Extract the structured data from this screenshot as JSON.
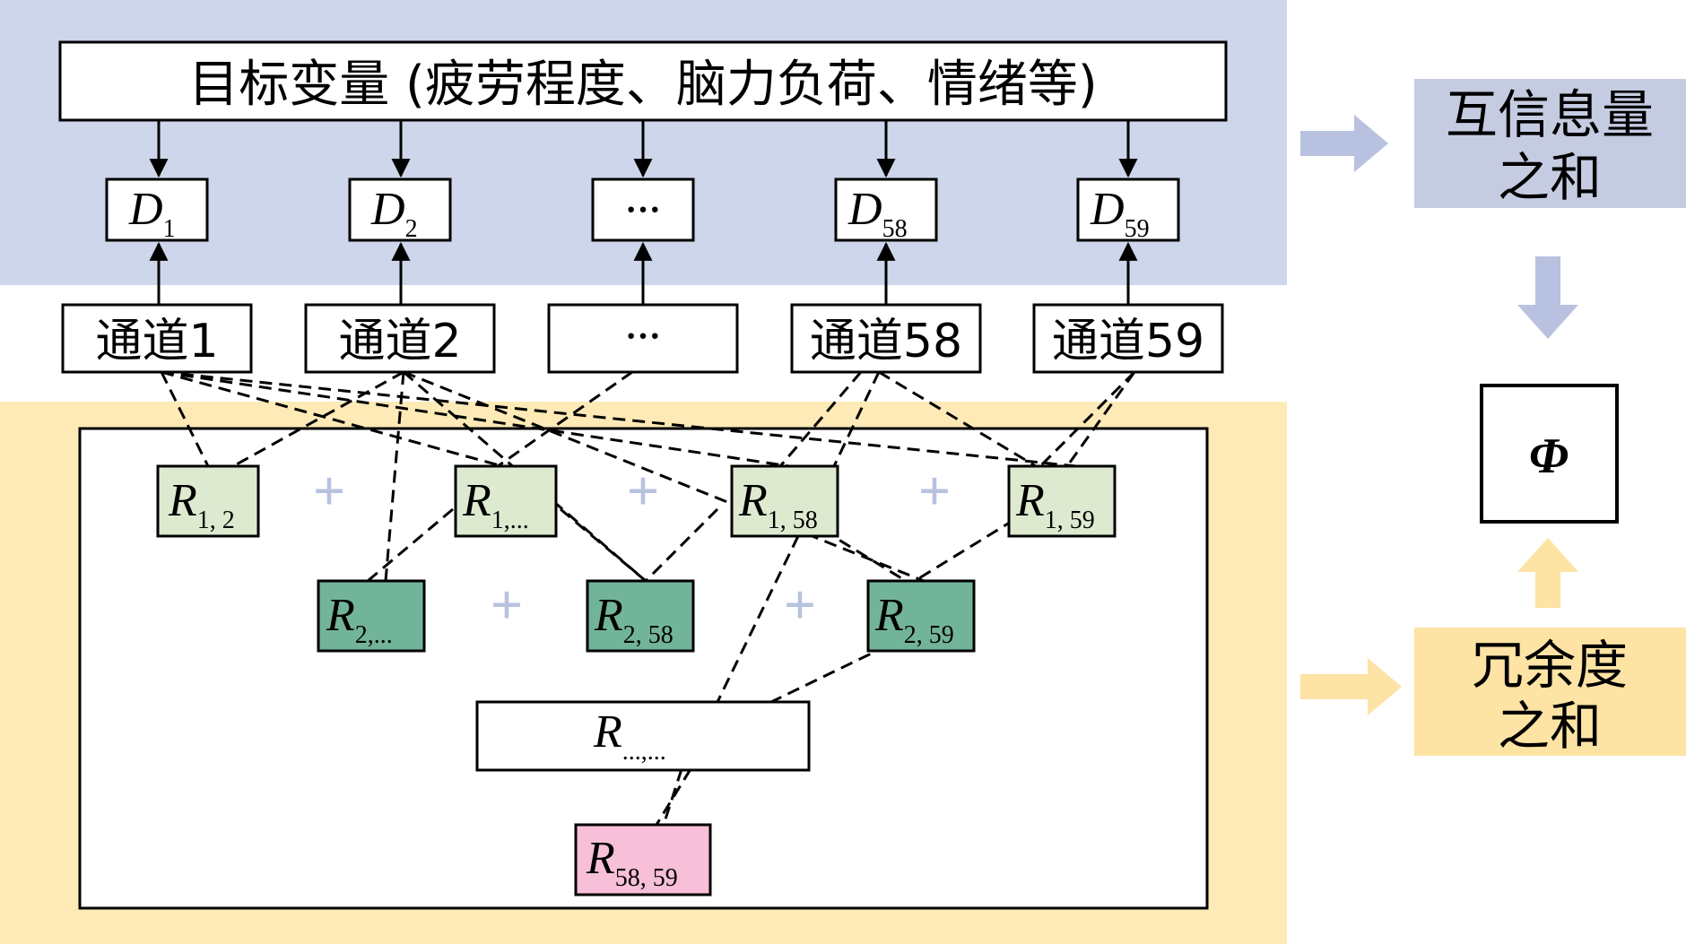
{
  "colors": {
    "top_band": "#cdd6ea",
    "bottom_band": "#fdeab7",
    "mi_box": "#c5cce2",
    "redundancy_box": "#fde3a4",
    "blue_arrow": "#b8c2e0",
    "yellow_arrow": "#fde3a4",
    "pair_1x": "#ddead0",
    "pair_2x": "#72b49a",
    "pair_5859": "#f7bfd8",
    "plus": "#b8c2e0"
  },
  "target": {
    "label": "目标变量 (疲劳程度、脑力负荷、情绪等)"
  },
  "d_boxes": [
    {
      "main": "D",
      "sub": "1"
    },
    {
      "main": "D",
      "sub": "2"
    },
    {
      "main": "···",
      "sub": ""
    },
    {
      "main": "D",
      "sub": "58"
    },
    {
      "main": "D",
      "sub": "59"
    }
  ],
  "channels": [
    "通道1",
    "通道2",
    "···",
    "通道58",
    "通道59"
  ],
  "r_row1": [
    {
      "main": "R",
      "sub": "1, 2"
    },
    {
      "main": "R",
      "sub": "1,..."
    },
    {
      "main": "R",
      "sub": "1, 58"
    },
    {
      "main": "R",
      "sub": "1, 59"
    }
  ],
  "r_row2": [
    {
      "main": "R",
      "sub": "2,..."
    },
    {
      "main": "R",
      "sub": "2, 58"
    },
    {
      "main": "R",
      "sub": "2, 59"
    }
  ],
  "r_dots": {
    "main": "R",
    "sub": "...,..."
  },
  "r_last": {
    "main": "R",
    "sub": "58, 59"
  },
  "plus_sign": "+",
  "mi_sum": {
    "line1": "互信息量",
    "line2": "之和"
  },
  "redundancy_sum": {
    "line1": "冗余度",
    "line2": "之和"
  },
  "phi": "Φ"
}
